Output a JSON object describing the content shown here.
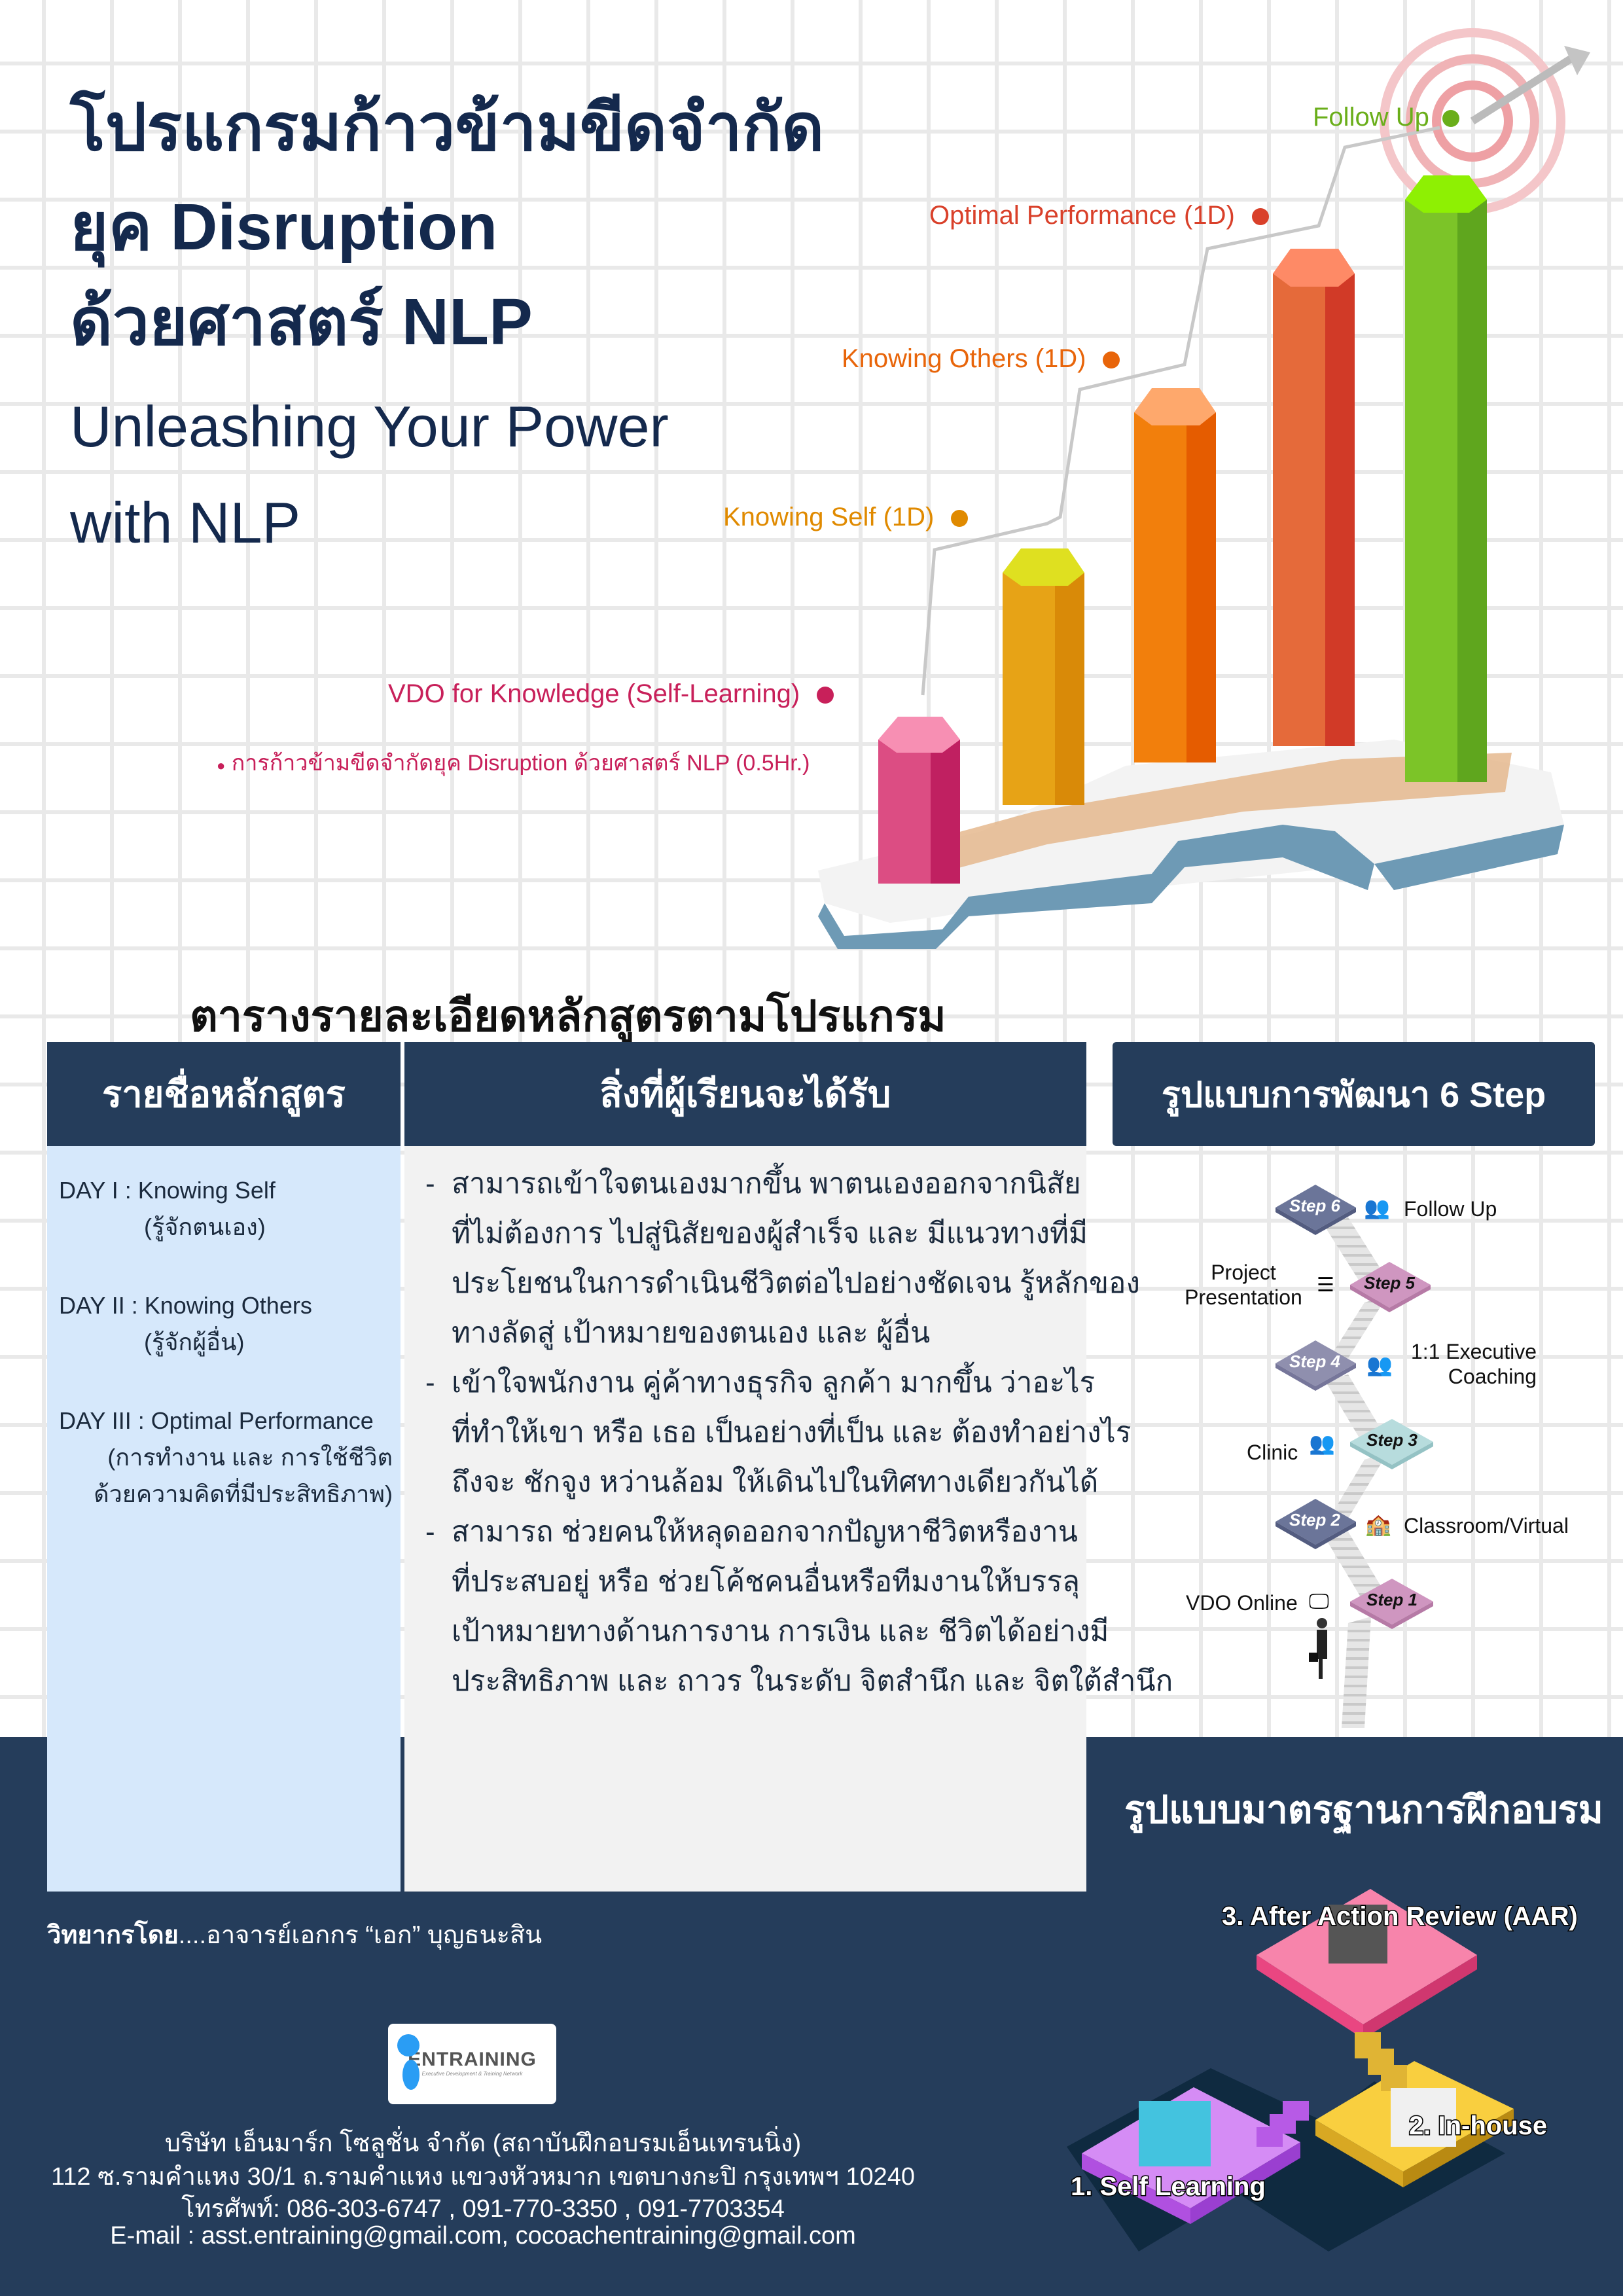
{
  "header": {
    "title_lines": [
      "โปรแกรมก้าวข้ามขีดจำกัด",
      "ยุค Disruption",
      "ด้วยศาสตร์ NLP"
    ],
    "subtitle_lines": [
      "Unleashing Your Power",
      "with NLP"
    ]
  },
  "milestones": [
    {
      "label": "VDO for Knowledge (Self-Learning)",
      "color": "#c8205a",
      "note": "การก้าวข้ามขีดจำกัดยุค Disruption ด้วยศาสตร์ NLP (0.5Hr.)"
    },
    {
      "label": "Knowing Self (1D)",
      "color": "#e08a00"
    },
    {
      "label": "Knowing Others (1D)",
      "color": "#e8650a"
    },
    {
      "label": "Optimal Performance (1D)",
      "color": "#d9402a"
    },
    {
      "label": "Follow Up",
      "color": "#6aae1a"
    }
  ],
  "table": {
    "heading": "ตารางรายละเอียดหลักสูตรตามโปรแกรม",
    "col1_header": "รายชื่อหลักสูตร",
    "col2_header": "สิ่งที่ผู้เรียนจะได้รับ",
    "days": [
      {
        "title": "DAY I : Knowing Self",
        "sub": [
          "(รู้จักตนเอง)"
        ]
      },
      {
        "title": "DAY II : Knowing Others",
        "sub": [
          "(รู้จักผู้อื่น)"
        ]
      },
      {
        "title": "DAY III : Optimal Performance",
        "sub": [
          "(การทำงาน และ การใช้ชีวิต",
          "ด้วยความคิดที่มีประสิทธิภาพ)"
        ]
      }
    ],
    "benefits": [
      [
        "สามารถเข้าใจตนเองมากขึ้น พาตนเองออกจากนิสัย",
        "ที่ไม่ต้องการ ไปสู่นิสัยของผู้สำเร็จ และ มีแนวทางที่มี",
        "ประโยชนในการดำเนินชีวิตต่อไปอย่างชัดเจน รู้หลักของ",
        "ทางลัดสู่ เป้าหมายของตนเอง และ ผู้อื่น"
      ],
      [
        "เข้าใจพนักงาน คู่ค้าทางธุรกิจ ลูกค้า มากขึ้น ว่าอะไร",
        "ที่ทำให้เขา หรือ เธอ เป็นอย่างที่เป็น และ ต้องทำอย่างไร",
        "ถึงจะ ชักจูง หว่านล้อม ให้เดินไปในทิศทางเดียวกันได้"
      ],
      [
        "สามารถ ช่วยคนให้หลุดออกจากปัญหาชีวิตหรืองาน",
        "ที่ประสบอยู่ หรือ ช่วยโค้ชคนอื่นหรือทีมงานให้บรรลุ",
        "เป้าหมายทางด้านการงาน การเงิน และ ชีวิตได้อย่างมี",
        "ประสิทธิภาพ และ ถาวร ในระดับ จิตสำนึก และ จิตใต้สำนึก"
      ]
    ]
  },
  "steps": {
    "heading": "รูปแบบการพัฒนา 6 Step",
    "items": [
      {
        "step": "Step 6",
        "label": "Follow Up",
        "color": "#6b7599",
        "icon": "team-carry-icon"
      },
      {
        "step": "Step 5",
        "label": "Project Presentation",
        "color": "#cf96c0",
        "icon": "checklist-icon"
      },
      {
        "step": "Step 4",
        "label": "1:1 Executive Coaching",
        "color": "#8f8fae",
        "icon": "two-people-icon"
      },
      {
        "step": "Step 3",
        "label": "Clinic",
        "color": "#b7dcdd",
        "icon": "group-icon"
      },
      {
        "step": "Step 2",
        "label": "Classroom/Virtual",
        "color": "#6b7599",
        "icon": "school-icon"
      },
      {
        "step": "Step 1",
        "label": "VDO Online",
        "color": "#cf96c0",
        "icon": "monitor-icon"
      }
    ]
  },
  "training": {
    "heading": "รูปแบบมาตรฐานการฝึกอบรม",
    "items": [
      "3. After Action Review (AAR)",
      "2. In-house",
      "1. Self Learning"
    ]
  },
  "footer": {
    "speaker_label": "วิทยากรโดย",
    "speaker_name": "....อาจารย์เอกกร “เอก” บุญธนะสิน",
    "logo_text": "ENTRAINING",
    "logo_tagline": "Executive Development & Training Network",
    "company": "บริษัท เอ็นมาร์ก โซลูชั่น จำกัด (สถาบันฝึกอบรมเอ็นเทรนนิ่ง)",
    "address": "112 ซ.รามคำแหง 30/1 ถ.รามคำแหง แขวงหัวหมาก เขตบางกะปิ กรุงเทพฯ 10240",
    "phone": "โทรศัพท์: 086-303-6747 , 091-770-3350 , 091-7703354",
    "email": "E-mail : asst.entraining@gmail.com, cocoachentraining@gmail.com"
  },
  "colors": {
    "navy": "#253d5b",
    "title": "#14294d",
    "left_col": "#d6e8fb",
    "right_col": "#f2f2f2"
  }
}
